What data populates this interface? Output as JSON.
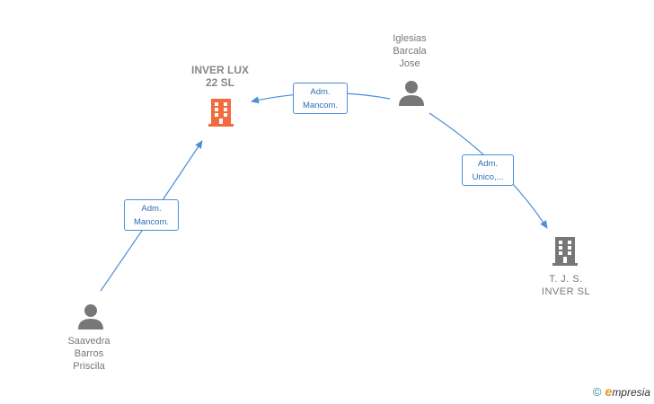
{
  "nodes": {
    "inver_lux": {
      "label": "INVER LUX\n22  SL",
      "type": "company",
      "color": "#f26a3d"
    },
    "iglesias": {
      "label": "Iglesias\nBarcala\nJose",
      "type": "person",
      "color": "#777777"
    },
    "tjs_inver": {
      "label": "T.  J.  S.\nINVER  SL",
      "type": "company",
      "color": "#777777"
    },
    "saavedra": {
      "label": "Saavedra\nBarros\nPriscila",
      "type": "person",
      "color": "#777777"
    }
  },
  "edges": [
    {
      "id": "iglesias-to-inver-lux",
      "label": "Adm.\nMancom."
    },
    {
      "id": "iglesias-to-tjs",
      "label": "Adm.\nUnico,..."
    },
    {
      "id": "saavedra-to-inver-lux",
      "label": "Adm.\nMancom."
    }
  ],
  "colors": {
    "edge": "#4a8fd8",
    "edge_text": "#2e6db4"
  },
  "footer": {
    "copyright": "©",
    "brand_initial": "e",
    "brand_rest": "mpresia"
  }
}
